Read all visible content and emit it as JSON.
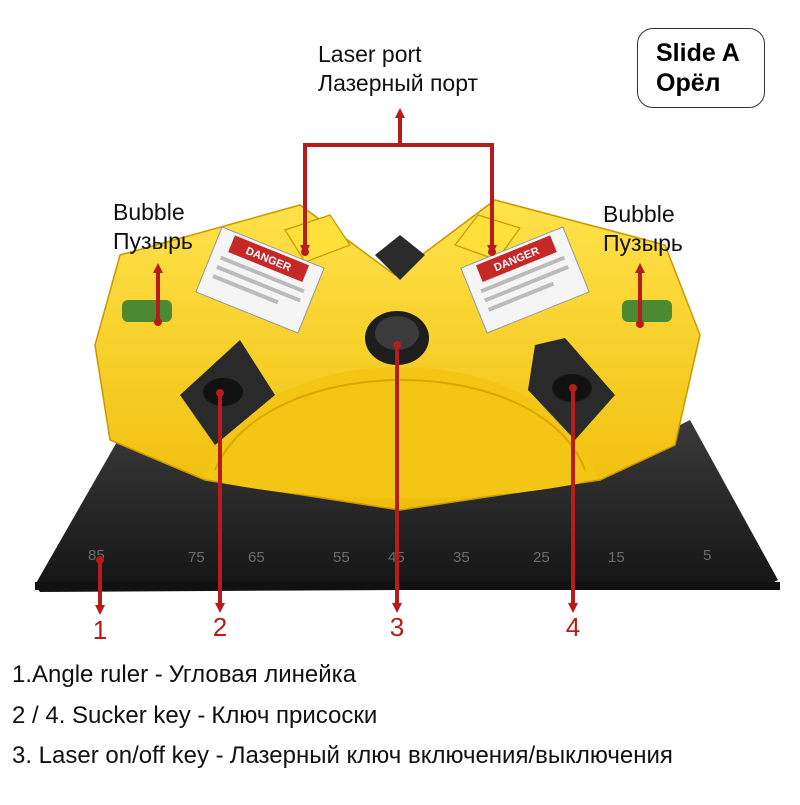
{
  "labels": {
    "laser_port_en": "Laser port",
    "laser_port_ru": "Лазерный порт",
    "bubble_left_en": "Bubble",
    "bubble_left_ru": "Пузырь",
    "bubble_right_en": "Bubble",
    "bubble_right_ru": "Пузырь"
  },
  "badge": {
    "line1": "Slide A",
    "line2": "Орёл"
  },
  "callouts": [
    "1",
    "2",
    "3",
    "4"
  ],
  "device": {
    "warning_label_text": "DANGER",
    "ruler_marks": [
      "85",
      "75",
      "65",
      "55",
      "45",
      "35",
      "25",
      "15",
      "5"
    ]
  },
  "legend": [
    {
      "en": "1.Angle ruler -",
      "ru": "Угловая линейка"
    },
    {
      "en": "2 / 4. Sucker key -",
      "ru": "Ключ присоски"
    },
    {
      "en": "3. Laser on/off key -",
      "ru": "Лазерный ключ включения/выключения"
    }
  ],
  "colors": {
    "arrow": "#b71c1c",
    "body": "#f7d21c",
    "body_dark": "#e3ae00",
    "base": "#1f1f1f"
  }
}
